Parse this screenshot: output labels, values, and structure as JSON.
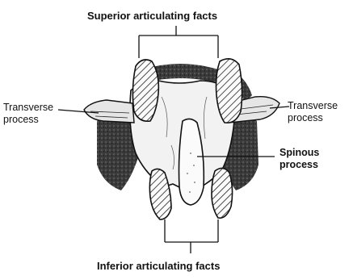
{
  "labels": {
    "superior": "Superior articulating facts",
    "transverse_left": [
      "Transverse",
      "process"
    ],
    "transverse_right": [
      "Transverse",
      "process"
    ],
    "spinous": [
      "Spinous",
      "process"
    ],
    "inferior": "Inferior articulating facts"
  },
  "colors": {
    "ink": "#111111",
    "bone_fill": "#f2f2f2",
    "shadow": "#2a2a2a"
  }
}
